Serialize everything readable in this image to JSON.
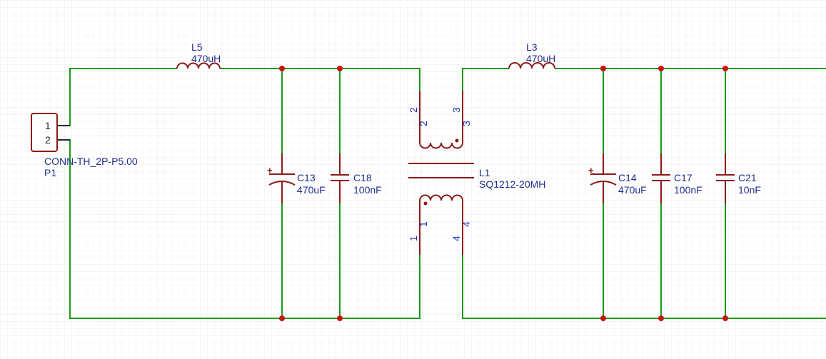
{
  "colors": {
    "wire": "#1a9a1a",
    "component": "#8b1a1a",
    "junction": "#cc1111",
    "label": "#1f2d8c",
    "pin_number": "#2233bb",
    "grid": "#ececec",
    "background": "#ffffff"
  },
  "connector": {
    "pin1": "1",
    "pin2": "2",
    "footprint": "CONN-TH_2P-P5.00",
    "ref": "P1"
  },
  "inductor_l5": {
    "ref": "L5",
    "value": "470uH"
  },
  "inductor_l3": {
    "ref": "L3",
    "value": "470uH"
  },
  "cap_c13": {
    "ref": "C13",
    "value": "470uF",
    "polarity": "+"
  },
  "cap_c18": {
    "ref": "C18",
    "value": "100nF"
  },
  "cap_c14": {
    "ref": "C14",
    "value": "470uF",
    "polarity": "+"
  },
  "cap_c17": {
    "ref": "C17",
    "value": "100nF"
  },
  "cap_c21": {
    "ref": "C21",
    "value": "10nF"
  },
  "choke_l1": {
    "ref": "L1",
    "value": "SQ1212-20MH",
    "pins": {
      "p1": "1",
      "p2": "2",
      "p3": "3",
      "p4": "4"
    }
  }
}
